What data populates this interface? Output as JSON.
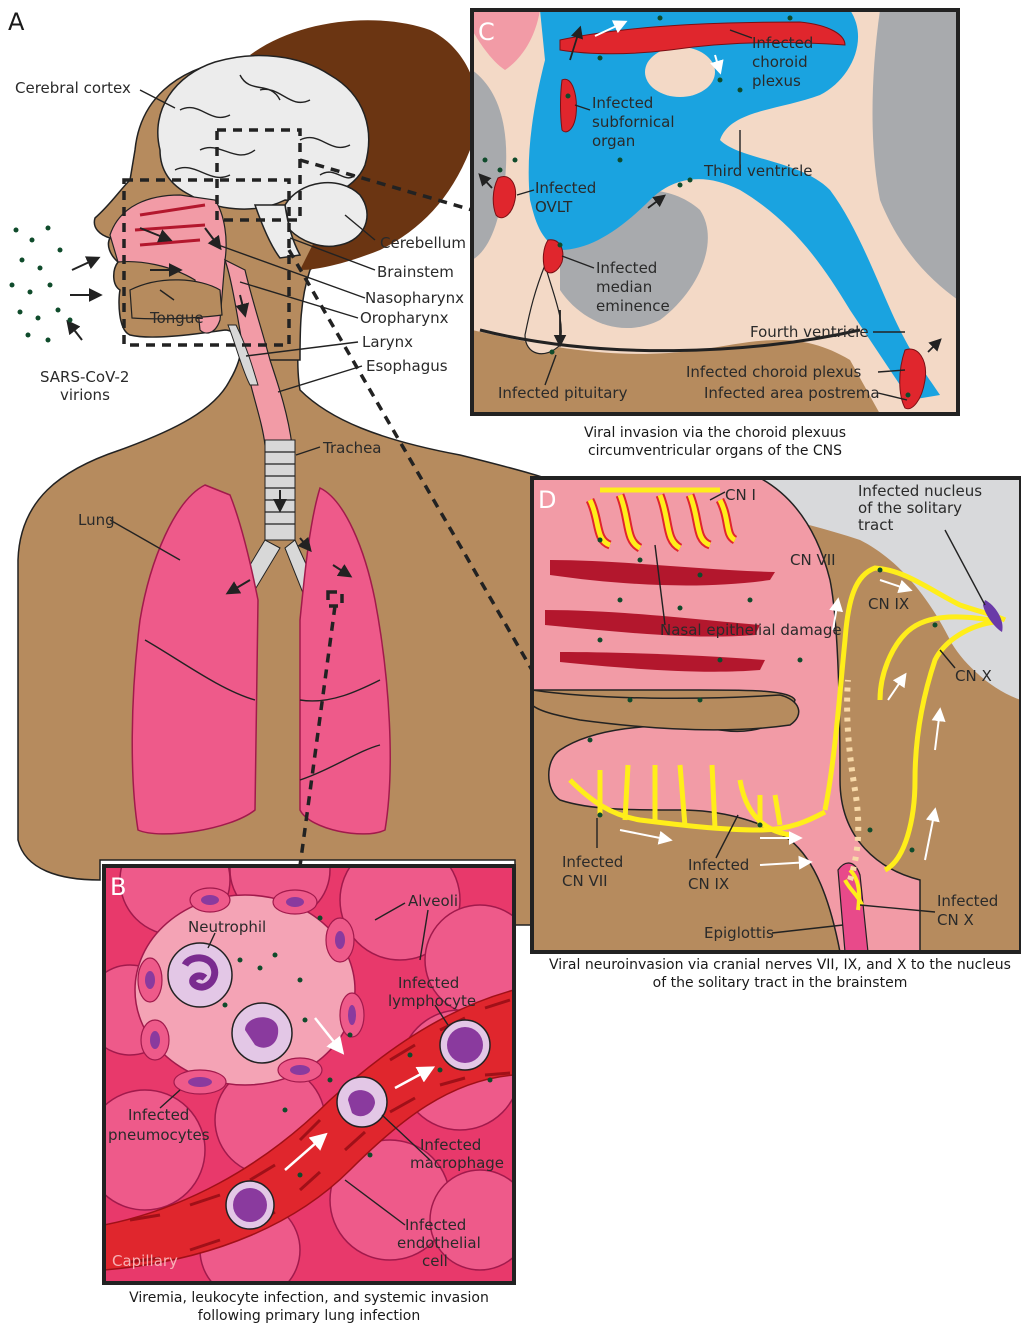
{
  "panels": {
    "A": {
      "letter": "A",
      "labels": {
        "cerebral_cortex": "Cerebral cortex",
        "cerebellum": "Cerebellum",
        "brainstem": "Brainstem",
        "nasopharynx": "Nasopharynx",
        "oropharynx": "Oropharynx",
        "larynx": "Larynx",
        "esophagus": "Esophagus",
        "tongue": "Tongue",
        "virions_l1": "SARS-CoV-2",
        "virions_l2": "virions",
        "trachea": "Trachea",
        "lung": "Lung"
      }
    },
    "B": {
      "letter": "B",
      "labels": {
        "alveoli": "Alveoli",
        "neutrophil": "Neutrophil",
        "lymphocyte_l1": "Infected",
        "lymphocyte_l2": "lymphocyte",
        "pneumocytes_l1": "Infected",
        "pneumocytes_l2": "pneumocytes",
        "macrophage_l1": "Infected",
        "macrophage_l2": "macrophage",
        "endothelial_l1": "Infected",
        "endothelial_l2": "endothelial",
        "endothelial_l3": "cell",
        "capillary": "Capillary"
      },
      "caption_l1": "Viremia, leukocyte infection, and systemic invasion",
      "caption_l2": "following primary lung infection"
    },
    "C": {
      "letter": "C",
      "labels": {
        "choroid_l1": "Infected",
        "choroid_l2": "choroid",
        "choroid_l3": "plexus",
        "subfornical_l1": "Infected",
        "subfornical_l2": "subfornical",
        "subfornical_l3": "organ",
        "ovlt_l1": "Infected",
        "ovlt_l2": "OVLT",
        "third_ventricle": "Third ventricle",
        "median_l1": "Infected",
        "median_l2": "median",
        "median_l3": "eminence",
        "fourth_ventricle": "Fourth ventricle",
        "choroid_plexus_2": "Infected choroid plexus",
        "area_postrema": "Infected area postrema",
        "pituitary": "Infected pituitary"
      },
      "caption_l1": "Viral invasion via the choroid plexuus",
      "caption_l2": "circumventricular organs of the CNS"
    },
    "D": {
      "letter": "D",
      "labels": {
        "cn_i": "CN I",
        "nucleus_l1": "Infected nucleus",
        "nucleus_l2": "of the solitary",
        "nucleus_l3": "tract",
        "cn_vii": "CN VII",
        "cn_ix": "CN IX",
        "cn_x": "CN X",
        "nasal_damage": "Nasal epithelial damage",
        "inf_cn_vii_l1": "Infected",
        "inf_cn_vii_l2": "CN VII",
        "inf_cn_ix_l1": "Infected",
        "inf_cn_ix_l2": "CN IX",
        "inf_cn_x_l1": "Infected",
        "inf_cn_x_l2": "CN X",
        "epiglottis": "Epiglottis"
      },
      "caption_l1": "Viral neuroinvasion via cranial nerves VII, IX, and X to the nucleus",
      "caption_l2": "of the solitary tract in the brainstem"
    }
  },
  "colors": {
    "skin": "#b68b5e",
    "hair": "#6b3512",
    "brain": "#ececec",
    "pink": "#f29ba6",
    "lung": "#ee5a8a",
    "blood": "#e0262d",
    "csf": "#1aa3e0",
    "nerve": "#ffee1a",
    "virion": "#0f4b2b"
  }
}
